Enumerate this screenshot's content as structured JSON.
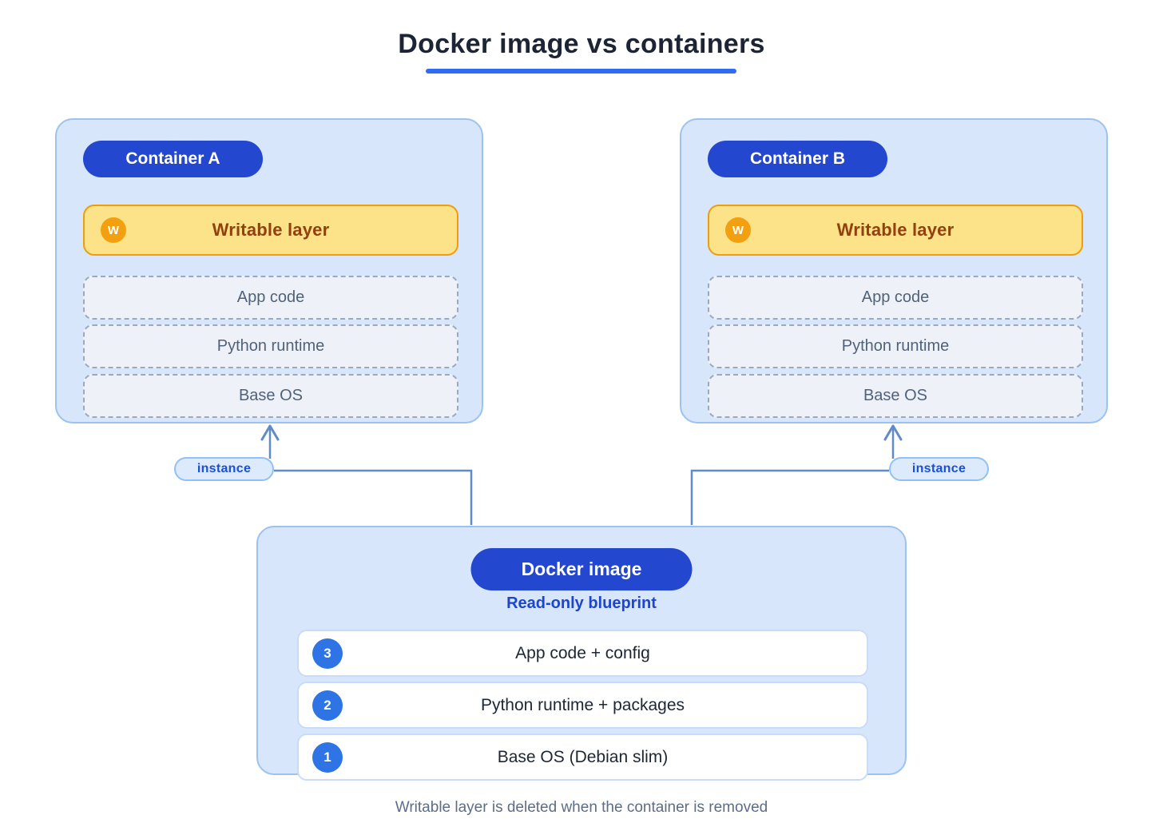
{
  "title": "Docker image vs containers",
  "containers": [
    {
      "label": "Container A",
      "writable_badge": "W",
      "writable_label": "Writable layer",
      "layers": [
        "App code",
        "Python runtime",
        "Base OS"
      ]
    },
    {
      "label": "Container B",
      "writable_badge": "W",
      "writable_label": "Writable layer",
      "layers": [
        "App code",
        "Python runtime",
        "Base OS"
      ]
    }
  ],
  "connectors": {
    "left_instance_label": "instance",
    "right_instance_label": "instance"
  },
  "docker_image": {
    "label": "Docker image",
    "subtitle": "Read-only blueprint",
    "layers": [
      {
        "num": "3",
        "label": "App code + config"
      },
      {
        "num": "2",
        "label": "Python runtime + packages"
      },
      {
        "num": "1",
        "label": "Base OS (Debian slim)"
      }
    ]
  },
  "footer": "Writable layer is deleted when the container is removed",
  "colors": {
    "accent_blue": "#2347cf",
    "panel_bg": "#d7e6fb",
    "panel_border": "#9cc3ee",
    "writable_bg": "#fce289",
    "writable_border": "#f09d0d",
    "writable_text": "#92400e",
    "badge_orange": "#f2a00f",
    "connector_line": "#5f8cc9",
    "layer_badge_blue": "#2e74e4",
    "title_underline": "#2f6cf2"
  }
}
